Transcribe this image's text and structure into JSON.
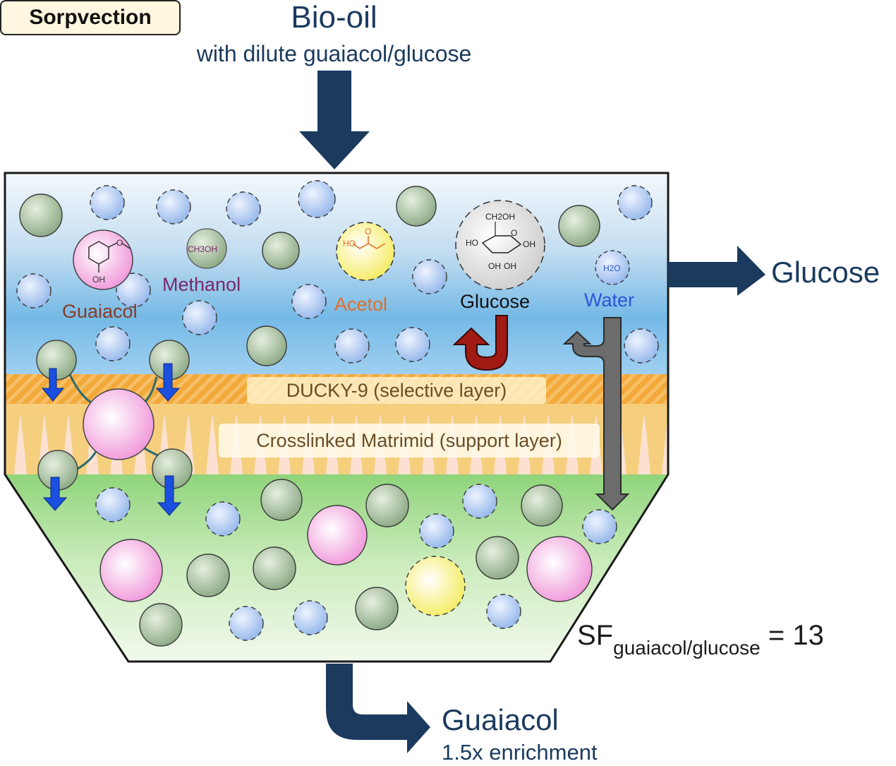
{
  "title": "Bio-oil",
  "subtitle": "with dilute guaiacol/glucose",
  "outputs": {
    "retentate": "Glucose",
    "permeate": "Guaiacol",
    "permeate_note": "1.5x enrichment"
  },
  "separation_factor": {
    "symbol": "SF",
    "subscript": "guaiacol/glucose",
    "value": "= 13"
  },
  "molecules": {
    "guaiacol": "Guaiacol",
    "methanol": "Methanol",
    "methanol_formula": "CH3OH",
    "acetol": "Acetol",
    "glucose": "Glucose",
    "water": "Water",
    "water_formula": "H2O"
  },
  "layers": {
    "selective": "DUCKY-9 (selective layer)",
    "support": "Crosslinked Matrimid (support layer)"
  },
  "mechanism": "Sorpvection",
  "structure_text": {
    "oh": "OH",
    "ch2oh": "CH2OH",
    "ho": "HO",
    "o": "O"
  },
  "colors": {
    "arrow_navy": "#1b3a5e",
    "glucose_reject_arrow": "#a11a14",
    "water_arrow": "#6c6c6c",
    "selective_layer": "#f2a93a",
    "guaiacol_particle": "#f3a6dc",
    "glucose_particle": "#9ab48f",
    "water_particle": "#a9c6f0",
    "acetol_particle": "#fbf48a"
  }
}
